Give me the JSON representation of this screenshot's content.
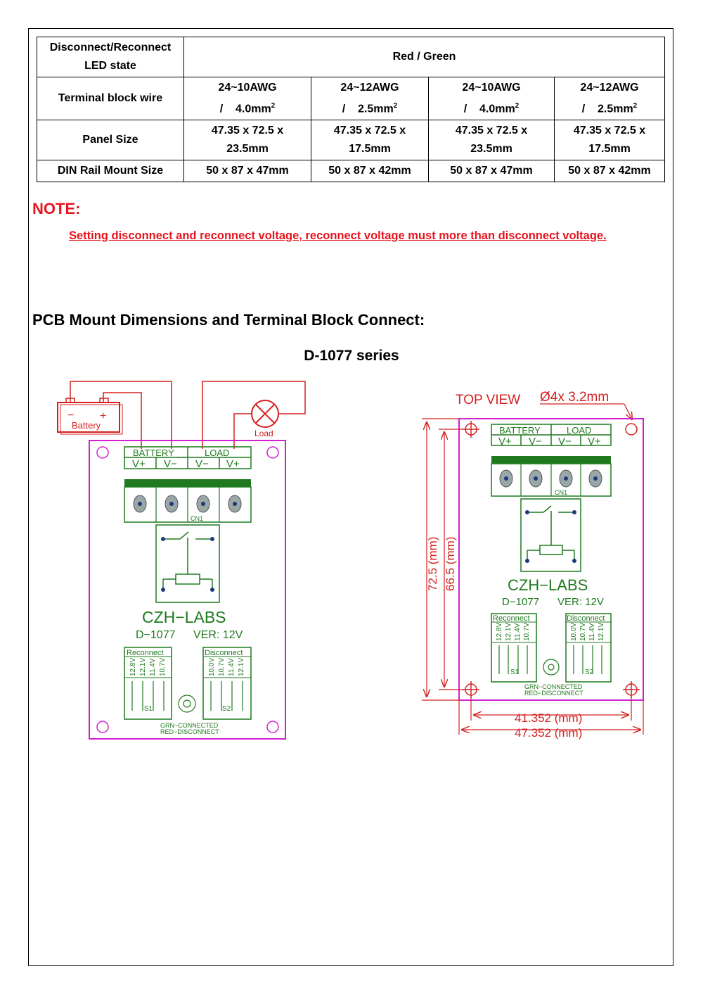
{
  "spec_table": {
    "row_led": {
      "label_line1": "Disconnect/Reconnect",
      "label_line2": "LED state",
      "value": "Red / Green"
    },
    "row_wire": {
      "label": "Terminal block wire",
      "cells": [
        {
          "awg": "24~10AWG",
          "size": "/    4.0mm",
          "sup": "2"
        },
        {
          "awg": "24~12AWG",
          "size": "/    2.5mm",
          "sup": "2"
        },
        {
          "awg": "24~10AWG",
          "size": "/    4.0mm",
          "sup": "2"
        },
        {
          "awg": "24~12AWG",
          "size": "/    2.5mm",
          "sup": "2"
        }
      ]
    },
    "row_panel": {
      "label": "Panel Size",
      "cells": [
        {
          "line1": "47.35 x 72.5 x",
          "line2": "23.5mm"
        },
        {
          "line1": "47.35 x 72.5 x",
          "line2": "17.5mm"
        },
        {
          "line1": "47.35 x 72.5 x",
          "line2": "23.5mm"
        },
        {
          "line1": "47.35 x 72.5 x",
          "line2": "17.5mm"
        }
      ]
    },
    "row_din": {
      "label": "DIN Rail Mount Size",
      "cells": [
        "50 x 87 x 47mm",
        "50 x 87 x 42mm",
        "50 x 87 x 47mm",
        "50 x 87 x 42mm"
      ]
    }
  },
  "note": {
    "title": "NOTE:",
    "text": "Setting disconnect and reconnect voltage, reconnect voltage must more than disconnect voltage."
  },
  "section_title": "PCB Mount Dimensions and Terminal Block Connect:",
  "series_title": "D-1077 series",
  "board": {
    "battery_header": "BATTERY",
    "load_header": "LOAD",
    "vplus": "V+",
    "vminus": "V−",
    "cn1": "CN1",
    "brand": "CZH−LABS",
    "model": "D−1077",
    "version": "VER: 12V",
    "reconnect": "Reconnect",
    "disconnect": "Disconnect",
    "reconnect_values": [
      "12.8V",
      "12.1V",
      "11.4V",
      "10.7V"
    ],
    "disconnect_values": [
      "10.0V",
      "10.7V",
      "11.4V",
      "12.1V"
    ],
    "s1": "S1",
    "s2": "S2",
    "grn": "GRN−CONNECTED",
    "red": "RED−DISCONNECT"
  },
  "wiring": {
    "battery_label": "Battery",
    "battery_minus": "−",
    "battery_plus": "+",
    "load_label": "Load"
  },
  "dimensions": {
    "top_view": "TOP  VIEW",
    "hole_spec": "Ø4x  3.2mm",
    "height_outer": "72.5  (mm)",
    "height_inner": "66.5  (mm)",
    "width_inner": "41.352  (mm)",
    "width_outer": "47.352  (mm)"
  },
  "colors": {
    "note_red": "#e8141e",
    "board_outline": "#d21fd2",
    "pcb_green": "#1f7a1f",
    "wire_red": "#d42020"
  }
}
